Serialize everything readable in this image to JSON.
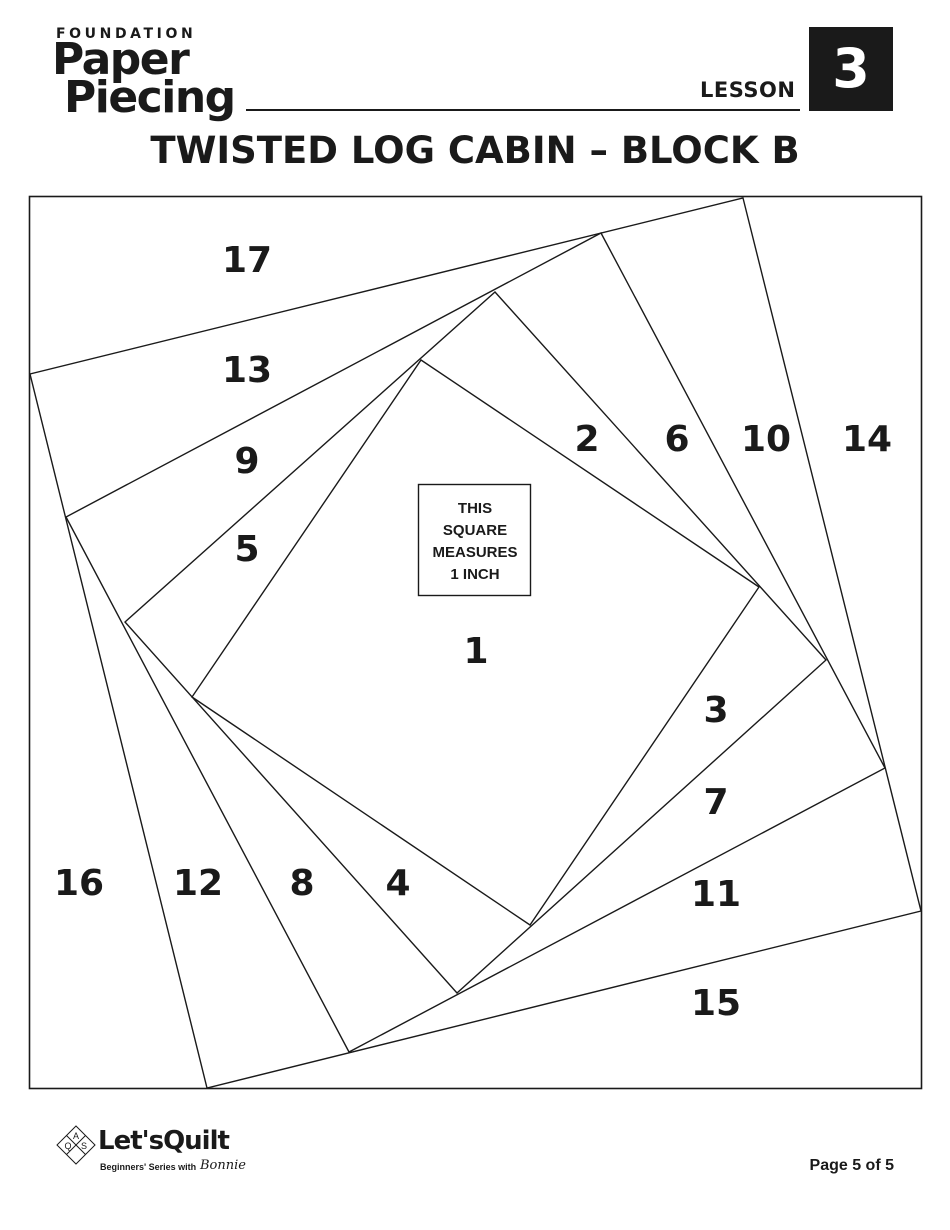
{
  "header": {
    "logo_line1": "FOUNDATION",
    "logo_line2": "Paper",
    "logo_line3": "Piecing",
    "lesson_label": "LESSON",
    "lesson_number": "3"
  },
  "title": "TWISTED LOG CABIN – BLOCK B",
  "pattern": {
    "center_note": [
      "THIS",
      "SQUARE",
      "MEASURES",
      "1 INCH"
    ],
    "pieces": [
      "1",
      "2",
      "3",
      "4",
      "5",
      "6",
      "7",
      "8",
      "9",
      "10",
      "11",
      "12",
      "13",
      "14",
      "15",
      "16",
      "17"
    ]
  },
  "footer": {
    "brand": "Let'sQuilt",
    "subtitle": "Beginners' Series with",
    "signature": "Bonnie",
    "badge_letters": [
      "A",
      "Q",
      "S"
    ],
    "page_label": "Page 5 of 5"
  }
}
